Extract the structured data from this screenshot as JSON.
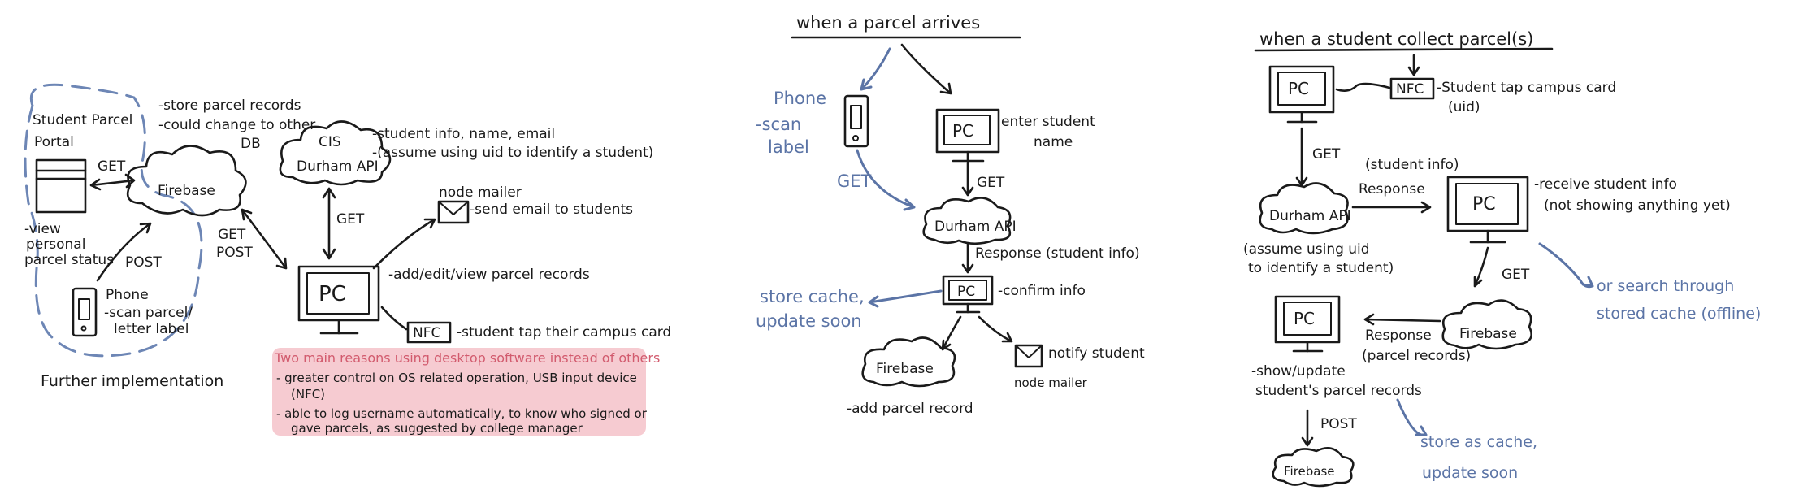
{
  "d1": {
    "portal": [
      "Student Parcel",
      "Portal"
    ],
    "get": "GET",
    "firebase": "Firebase",
    "firebase_notes": [
      "-store parcel records",
      "-could change to other",
      "DB"
    ],
    "view": [
      "-view",
      "personal",
      "parcel status"
    ],
    "post": "POST",
    "phone": [
      "Phone",
      "-scan parcel/",
      "letter label"
    ],
    "further": "Further implementation",
    "cis": "CIS",
    "durham": "Durham API",
    "cis_notes": [
      "-student info, name, email",
      "-(assume using uid to identify a student)"
    ],
    "get_mid": "GET",
    "get_post": [
      "GET",
      "POST"
    ],
    "nodemailer": "node mailer",
    "email": "-send email to students",
    "pc": "PC",
    "pc_note": "-add/edit/view parcel records",
    "nfc": "NFC",
    "nfc_note": "-student tap their campus card",
    "reasons_title": "Two main reasons using desktop software instead of others",
    "reason1": [
      "- greater control on OS related operation, USB input device",
      "(NFC)"
    ],
    "reason2": [
      "- able to log username automatically, to know who signed or",
      "gave parcels, as suggested by college manager"
    ]
  },
  "d2": {
    "title": "when a parcel arrives",
    "phone": [
      "Phone",
      "-scan",
      "label"
    ],
    "get_blue": "GET",
    "pc": "PC",
    "enter": [
      "enter student",
      "name"
    ],
    "get": "GET",
    "durham": "Durham API",
    "response": "Response (student info)",
    "pc2": "PC",
    "confirm": "-confirm info",
    "cache": [
      "store cache,",
      "update soon"
    ],
    "firebase": "Firebase",
    "add": "-add parcel record",
    "notify": "notify student",
    "nodemailer": "node mailer"
  },
  "d3": {
    "title": "when a student collect parcel(s)",
    "pc": "PC",
    "nfc": "NFC",
    "tap": [
      "-Student tap campus card",
      "(uid)"
    ],
    "get": "GET",
    "student_info": "(student info)",
    "response": "Response",
    "durham": "Durham API",
    "assume": [
      "(assume using uid",
      "to identify a student)"
    ],
    "pc2": "PC",
    "receive": [
      "-receive student info",
      "(not showing anything yet)"
    ],
    "get2": "GET",
    "search": [
      "or search through",
      "stored cache (offline)"
    ],
    "firebase": "Firebase",
    "response2": [
      "Response",
      "(parcel records)"
    ],
    "pc3": "PC",
    "show": [
      "-show/update",
      "student's parcel records"
    ],
    "post": "POST",
    "firebase2": "Firebase",
    "cache": [
      "store as cache,",
      "update soon"
    ]
  }
}
